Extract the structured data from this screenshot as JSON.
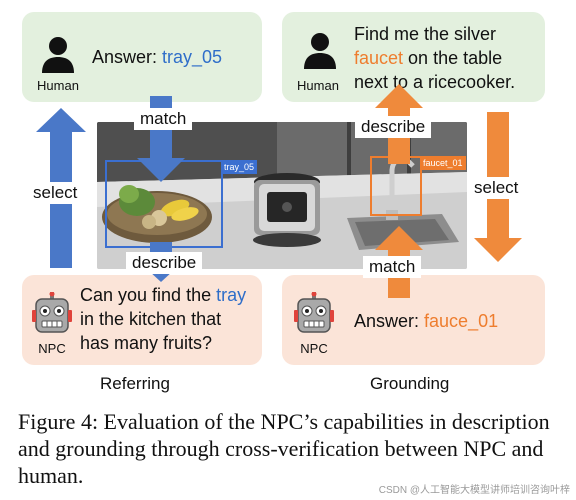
{
  "referring": {
    "human": {
      "role": "Human",
      "text_prefix": "Answer: ",
      "text_highlight": "tray_05"
    },
    "npc": {
      "role": "NPC",
      "line1_prefix": "Can you find the ",
      "line1_highlight": "tray",
      "line2": "in the kitchen that",
      "line3": "has many fruits?"
    },
    "arrow_up_label": "select",
    "arrow_down_label": "match",
    "arrow_describe_label": "describe",
    "section_label": "Referring"
  },
  "grounding": {
    "human": {
      "role": "Human",
      "line1": "Find me the silver",
      "line2_highlight": "faucet",
      "line2_suffix": " on the table",
      "line3": "next to a ricecooker."
    },
    "npc": {
      "role": "NPC",
      "text_prefix": "Answer: ",
      "text_highlight": "fauce_01"
    },
    "arrow_describe_label": "describe",
    "arrow_select_label": "select",
    "arrow_match_label": "match",
    "section_label": "Grounding"
  },
  "photo": {
    "tray_label": "tray_05",
    "faucet_label": "faucet_01"
  },
  "caption": "Figure 4: Evaluation of the NPC’s capabilities in description and grounding through cross-verification between NPC and human.",
  "watermark": "CSDN @人工智能大模型讲师培训咨询叶梓",
  "colors": {
    "blue_arrow": "#4a78c8",
    "orange_arrow": "#ef8a3c",
    "green_box": "#e3f0de",
    "peach_box": "#fbe4d8"
  }
}
